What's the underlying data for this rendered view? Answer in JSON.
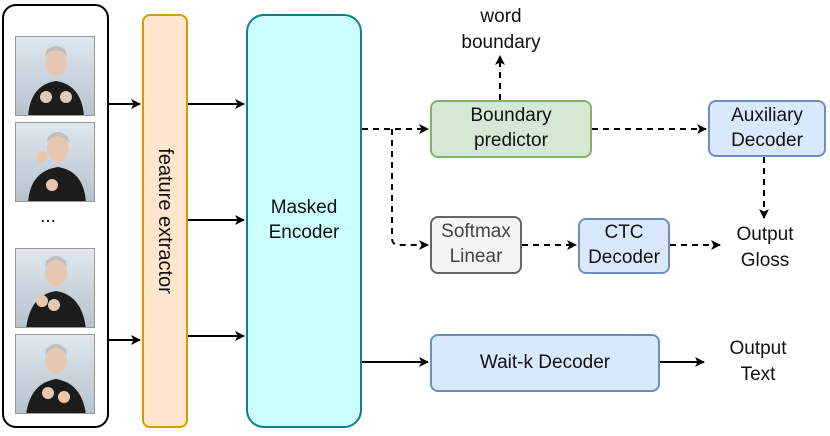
{
  "frames": {
    "ellipsis": "...",
    "items": [
      {
        "name": "sign-frame-1"
      },
      {
        "name": "sign-frame-2"
      },
      {
        "name": "sign-frame-3"
      },
      {
        "name": "sign-frame-4"
      }
    ]
  },
  "feature_extractor": {
    "label": "feature extractor",
    "fill": "#ffe6cc",
    "stroke": "#d79b00"
  },
  "masked_encoder": {
    "line1": "Masked",
    "line2": "Encoder",
    "fill": "#ccffff",
    "stroke": "#0e8088"
  },
  "boundary_predictor": {
    "line1": "Boundary",
    "line2": "predictor",
    "fill": "#d5e8d4",
    "stroke": "#82b366"
  },
  "word_boundary": {
    "line1": "word",
    "line2": "boundary"
  },
  "auxiliary_decoder": {
    "line1": "Auxiliary",
    "line2": "Decoder",
    "fill": "#dae8fc",
    "stroke": "#6c8ebf"
  },
  "softmax_linear": {
    "line1": "Softmax",
    "line2": "Linear",
    "fill": "#f5f5f5",
    "stroke": "#666666",
    "text_color": "#444444"
  },
  "ctc_decoder": {
    "line1": "CTC",
    "line2": "Decoder",
    "fill": "#dae8fc",
    "stroke": "#6c8ebf"
  },
  "output_gloss": {
    "line1": "Output",
    "line2": "Gloss"
  },
  "waitk_decoder": {
    "label": "Wait-k Decoder",
    "fill": "#dae8fc",
    "stroke": "#6c8ebf"
  },
  "output_text": {
    "line1": "Output",
    "line2": "Text"
  }
}
